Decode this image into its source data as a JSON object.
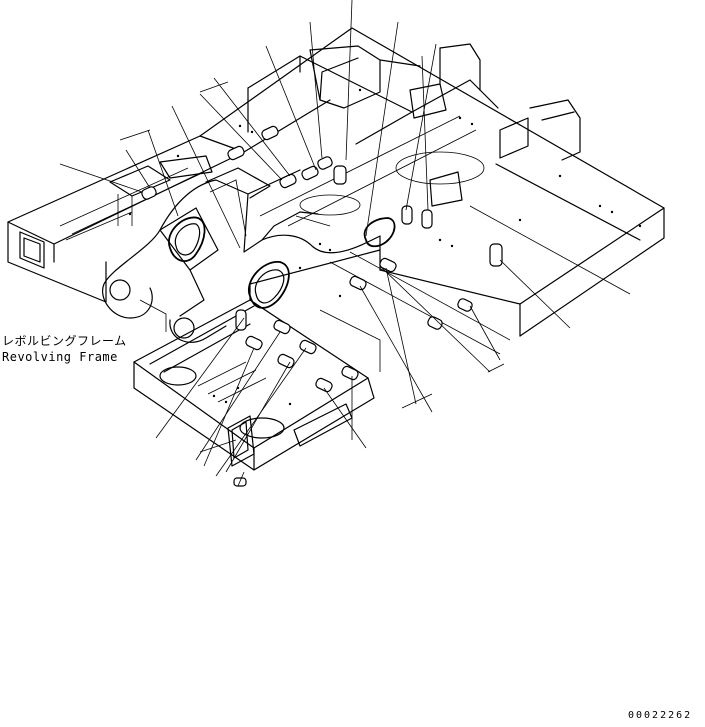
{
  "part_name_jp": "レボルビングフレーム",
  "part_name_en": "Revolving Frame",
  "drawing_number": "00022262"
}
